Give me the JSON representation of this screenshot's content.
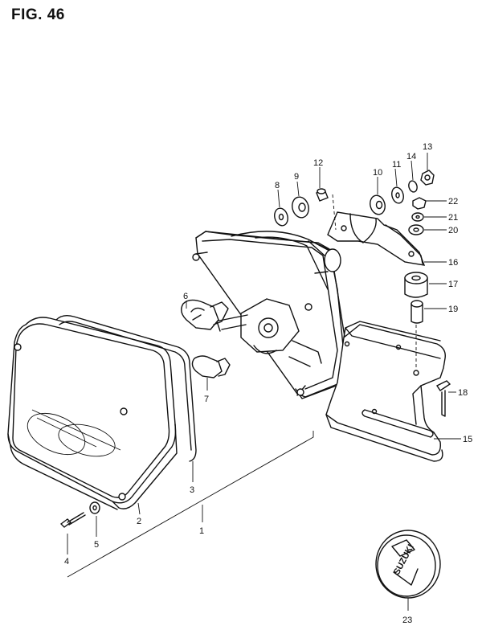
{
  "figure": {
    "title": "FIG. 46"
  },
  "callouts": [
    {
      "id": "c1",
      "text": "1"
    },
    {
      "id": "c2",
      "text": "2"
    },
    {
      "id": "c3",
      "text": "3"
    },
    {
      "id": "c4",
      "text": "4"
    },
    {
      "id": "c5",
      "text": "5"
    },
    {
      "id": "c6",
      "text": "6"
    },
    {
      "id": "c7",
      "text": "7"
    },
    {
      "id": "c8",
      "text": "8"
    },
    {
      "id": "c9",
      "text": "9"
    },
    {
      "id": "c10",
      "text": "10"
    },
    {
      "id": "c11",
      "text": "11"
    },
    {
      "id": "c12",
      "text": "12"
    },
    {
      "id": "c13",
      "text": "13"
    },
    {
      "id": "c14",
      "text": "14"
    },
    {
      "id": "c15",
      "text": "15"
    },
    {
      "id": "c16",
      "text": "16"
    },
    {
      "id": "c17",
      "text": "17"
    },
    {
      "id": "c18",
      "text": "18"
    },
    {
      "id": "c19",
      "text": "19"
    },
    {
      "id": "c20",
      "text": "20"
    },
    {
      "id": "c21",
      "text": "21"
    },
    {
      "id": "c22",
      "text": "22"
    },
    {
      "id": "c23",
      "text": "23"
    }
  ],
  "emblem": {
    "text": "SUZUKI"
  }
}
